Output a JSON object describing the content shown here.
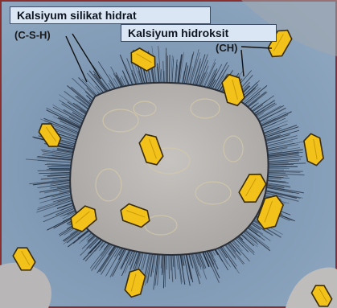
{
  "labels": {
    "csh_name": "Kalsiyum silikat hidrat",
    "csh_abbr": "(C-S-H)",
    "ch_name": "Kalsiyum hidroksit",
    "ch_abbr": "(CH)"
  },
  "colors": {
    "background_blue": "#7d97b3",
    "cement_grain": "#b9b6b4",
    "needle_dark": "#1d2633",
    "crystal_yellow": "#f2c21a",
    "crystal_edge": "#3a2c08",
    "frame_border": "#8a2f2f",
    "label_box_fill": "#dbe6f4"
  },
  "icons": {
    "crystal": "hexagonal-crystal-icon",
    "grain": "cement-grain-icon"
  }
}
